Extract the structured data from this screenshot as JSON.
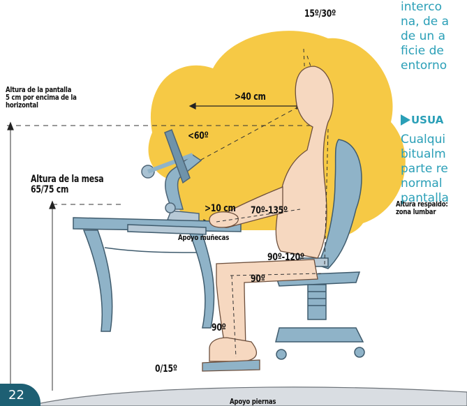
{
  "side_text": {
    "lines": [
      "interco",
      "na, de a",
      "de un a",
      "ficie de",
      "entorno"
    ],
    "section_title": "USUA",
    "lines2": [
      "Cualqui",
      "bitualm",
      "parte re",
      "normal",
      "pantalla"
    ]
  },
  "labels": {
    "screen_height": [
      "Altura de la pantalla",
      "5 cm por encima de la",
      "horizontal"
    ],
    "desk_height": [
      "Altura de la mesa",
      "65/75 cm"
    ],
    "backrest": [
      "Altura respaldo:",
      "zona lumbar"
    ],
    "distance_40": ">40 cm",
    "angle_60": "<60º",
    "distance_10": ">10 cm",
    "angle_head": "15º/30º",
    "angle_elbow": "70º-135º",
    "wrist_support": "Apoyo muñecas",
    "angle_hip": "90º-120º",
    "angle_knee": "90º",
    "angle_ankle": "90º",
    "foot_tilt": "0/15º",
    "leg_support": "Apoyo piernas"
  },
  "page_number": "22",
  "colors": {
    "accent_text": "#2a9fb7",
    "highlight_circle": "#f6c945",
    "skin": "#f6d8c0",
    "furniture": "#8fb3c8",
    "page_box": "#1d5f73"
  }
}
